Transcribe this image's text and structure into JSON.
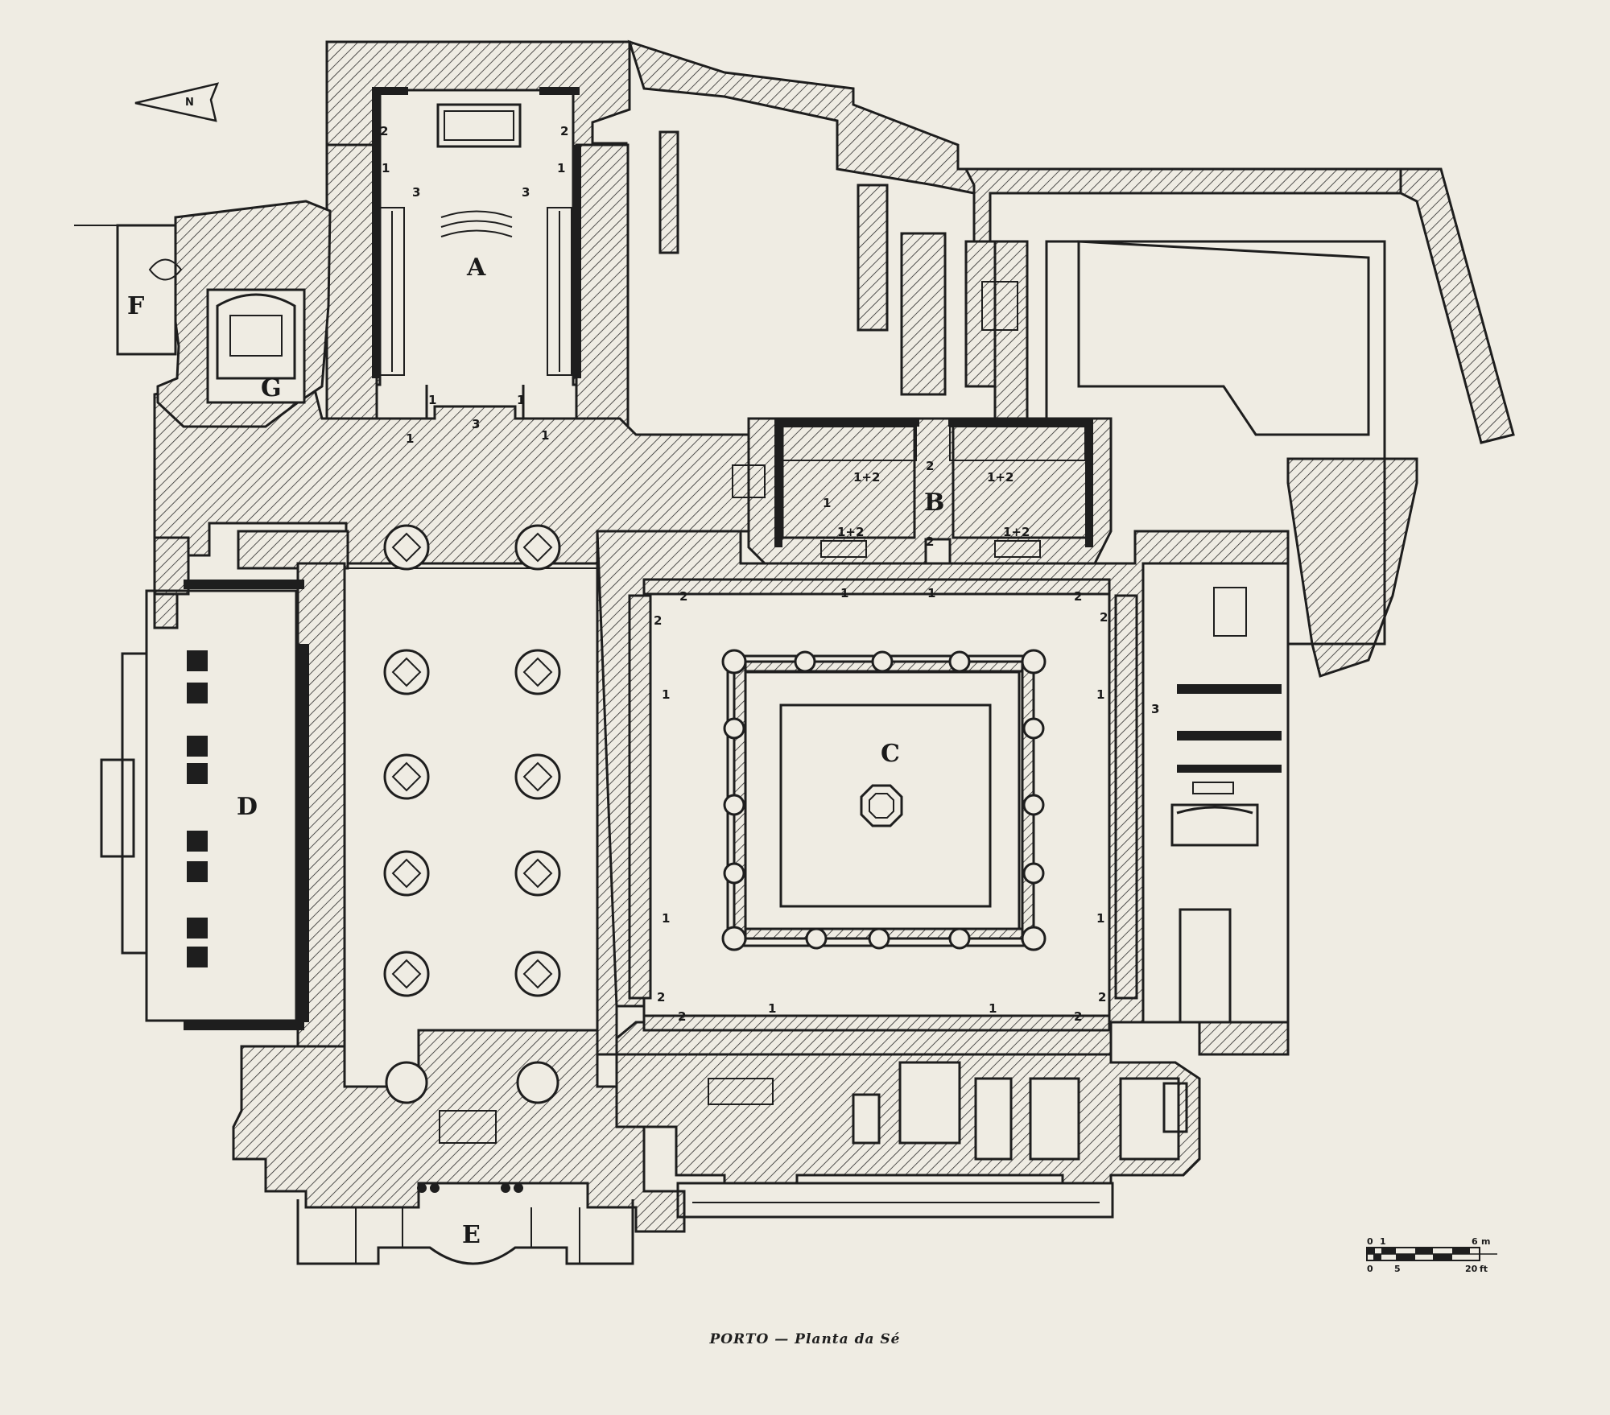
{
  "caption": "PORTO — Planta da Sé",
  "north_label": "N",
  "room_labels": {
    "A": "A",
    "B": "B",
    "C": "C",
    "D": "D",
    "E": "E",
    "F": "F",
    "G": "G"
  },
  "phase_labels": {
    "one": "1",
    "two": "2",
    "three": "3",
    "one_plus_two": "1+2"
  },
  "scale_bar": {
    "metric_ticks": [
      "0",
      "1",
      "6",
      "m"
    ],
    "imperial_ticks": [
      "0",
      "5",
      "20",
      "ft"
    ]
  },
  "colors": {
    "paper": "#efece3",
    "ink": "#1e1e1e"
  }
}
